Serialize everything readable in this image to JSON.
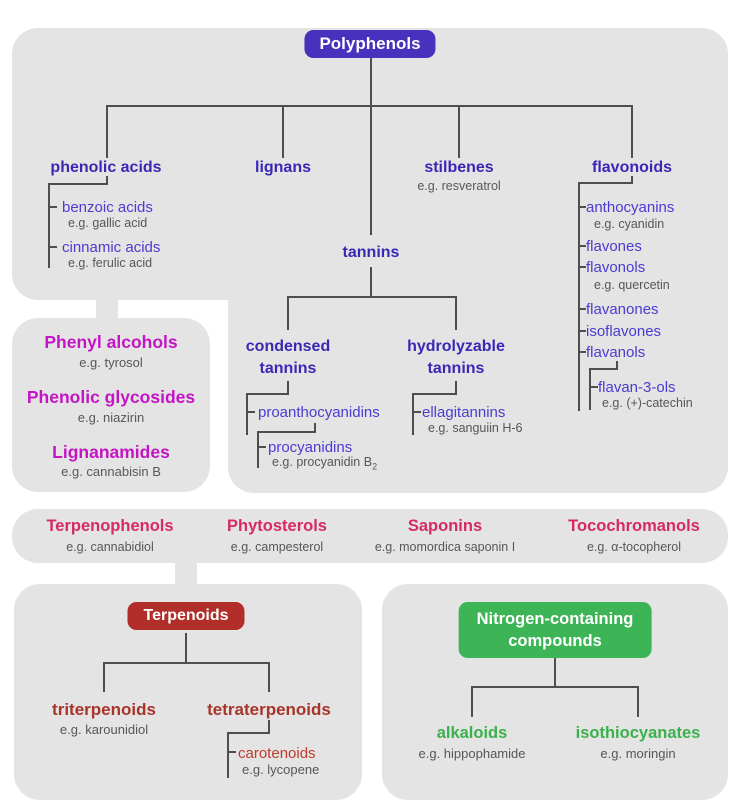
{
  "palette": {
    "panel_gray": "#e4e4e4",
    "line": "#4e4e4e",
    "purple_box": "#4731bd",
    "blue_header": "#3a28b5",
    "blue_item": "#4c3bd1",
    "gray_text": "#57575a",
    "magenta": "#c415c4",
    "crimson": "#d62a60",
    "red_box": "#b22e28",
    "red_header": "#a8342a",
    "red_item": "#bf3c2c",
    "green_box": "#3db456",
    "green_header": "#3cb04c"
  },
  "polyphenols": {
    "root": "Polyphenols",
    "branch1": {
      "label": "phenolic acids",
      "items": [
        {
          "label": "benzoic acids",
          "example": "e.g. gallic acid"
        },
        {
          "label": "cinnamic acids",
          "example": "e.g. ferulic acid"
        }
      ]
    },
    "branch2": {
      "label": "lignans"
    },
    "branch3": {
      "label": "stilbenes",
      "example": "e.g. resveratrol"
    },
    "branch4": {
      "label": "flavonoids",
      "items": [
        {
          "label": "anthocyanins",
          "example": "e.g. cyanidin"
        },
        {
          "label": "flavones"
        },
        {
          "label": "flavonols",
          "example": "e.g. quercetin"
        },
        {
          "label": "flavanones"
        },
        {
          "label": "isoflavones"
        },
        {
          "label": "flavanols"
        }
      ],
      "sub": {
        "label": "flavan-3-ols",
        "example": "e.g. (+)-catechin"
      }
    },
    "tannins": {
      "label": "tannins",
      "condensed": {
        "label_line1": "condensed",
        "label_line2": "tannins",
        "item": {
          "label": "proanthocyanidins"
        },
        "subitem": {
          "label": "procyanidins",
          "example": "e.g. procyanidin B",
          "example_sub": "2"
        }
      },
      "hydrolyzable": {
        "label_line1": "hydrolyzable",
        "label_line2": "tannins",
        "item": {
          "label": "ellagitannins",
          "example": "e.g. sanguiin H-6"
        }
      }
    }
  },
  "phenyl_group": {
    "items": [
      {
        "label": "Phenyl alcohols",
        "example": "e.g. tyrosol"
      },
      {
        "label": "Phenolic glycosides",
        "example": "e.g. niazirin"
      },
      {
        "label": "Lignanamides",
        "example": "e.g. cannabisin B"
      }
    ]
  },
  "middle_band": {
    "items": [
      {
        "label": "Terpenophenols",
        "example": "e.g. cannabidiol"
      },
      {
        "label": "Phytosterols",
        "example": "e.g. campesterol"
      },
      {
        "label": "Saponins",
        "example": "e.g. momordica saponin I"
      },
      {
        "label": "Tocochromanols",
        "example": "e.g. α-tocopherol"
      }
    ]
  },
  "terpenoids": {
    "root": "Terpenoids",
    "branch1": {
      "label": "triterpenoids",
      "example": "e.g. karounidiol"
    },
    "branch2": {
      "label": "tetraterpenoids",
      "sub": {
        "label": "carotenoids",
        "example": "e.g. lycopene"
      }
    }
  },
  "nitrogen": {
    "root_line1": "Nitrogen-containing",
    "root_line2": "compounds",
    "branch1": {
      "label": "alkaloids",
      "example": "e.g. hippophamide"
    },
    "branch2": {
      "label": "isothiocyanates",
      "example": "e.g. moringin"
    }
  }
}
